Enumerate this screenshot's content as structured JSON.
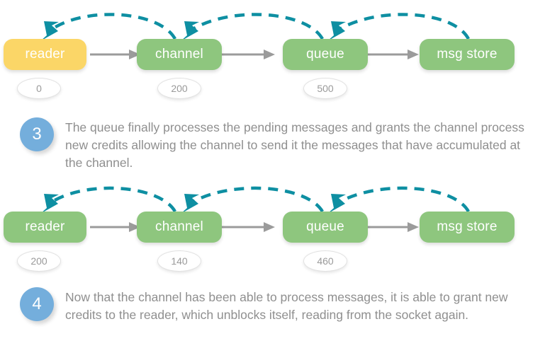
{
  "colors": {
    "node_green": "#8EC67E",
    "node_yellow": "#FBD667",
    "arc_teal": "#0E8FA2",
    "arrow_grey": "#9B9B9B",
    "step_blue": "#74AEDC",
    "text_grey": "#8F8F8F",
    "badge_text": "#9A9A9A",
    "background": "#FFFFFF"
  },
  "rows": [
    {
      "id": "row-1",
      "nodes": [
        {
          "label": "reader",
          "color": "yellow",
          "badge": "0"
        },
        {
          "label": "channel",
          "color": "green",
          "badge": "200"
        },
        {
          "label": "queue",
          "color": "green",
          "badge": "500"
        },
        {
          "label": "msg store",
          "color": "green",
          "badge": null
        }
      ],
      "flow_arrows": [
        {
          "from": "reader",
          "to": "channel",
          "style": "solid-grey"
        },
        {
          "from": "channel",
          "to": "queue",
          "style": "solid-grey"
        },
        {
          "from": "queue",
          "to": "msg store",
          "style": "solid-grey"
        }
      ],
      "credit_arcs": [
        {
          "from": "channel",
          "to": "reader",
          "style": "dashed-teal"
        },
        {
          "from": "queue",
          "to": "channel",
          "style": "dashed-teal"
        },
        {
          "from": "msg store",
          "to": "queue",
          "style": "dashed-teal"
        }
      ]
    },
    {
      "id": "row-2",
      "nodes": [
        {
          "label": "reader",
          "color": "green",
          "badge": "200"
        },
        {
          "label": "channel",
          "color": "green",
          "badge": "140"
        },
        {
          "label": "queue",
          "color": "green",
          "badge": "460"
        },
        {
          "label": "msg store",
          "color": "green",
          "badge": null
        }
      ],
      "flow_arrows": [
        {
          "from": "reader",
          "to": "channel",
          "style": "solid-grey"
        },
        {
          "from": "channel",
          "to": "queue",
          "style": "solid-grey"
        },
        {
          "from": "queue",
          "to": "msg store",
          "style": "solid-grey"
        }
      ],
      "credit_arcs": [
        {
          "from": "channel",
          "to": "reader",
          "style": "dashed-teal"
        },
        {
          "from": "queue",
          "to": "channel",
          "style": "dashed-teal"
        },
        {
          "from": "msg store",
          "to": "queue",
          "style": "dashed-teal"
        }
      ]
    }
  ],
  "steps": [
    {
      "number": "3",
      "text": "The queue finally processes the pending messages and grants the channel process new credits allowing the channel to send it the messages that have accumulated at the channel."
    },
    {
      "number": "4",
      "text": "Now that the channel has been able to process messages, it is able to grant new credits to the reader, which unblocks itself, reading from the socket again."
    }
  ]
}
